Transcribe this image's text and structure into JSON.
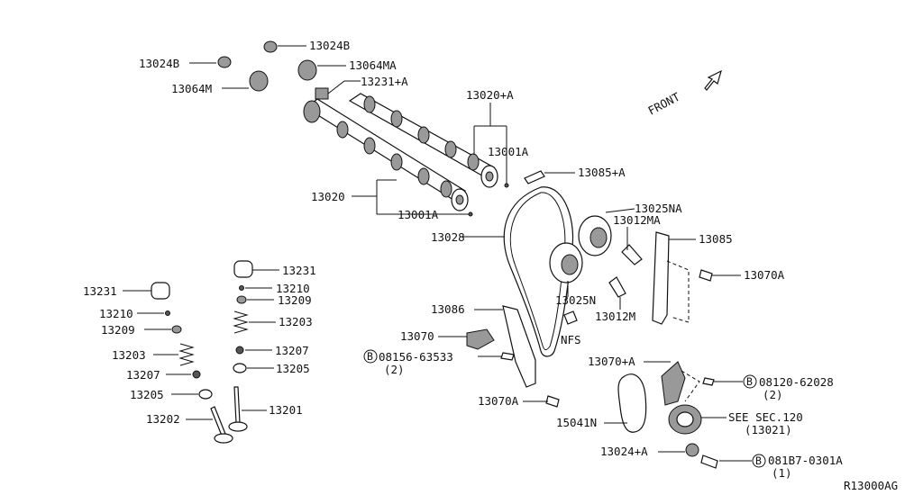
{
  "diagram_code": "R13000AG",
  "front_label": "FRONT",
  "labels": {
    "p13024b_a": "13024B",
    "p13024b_b": "13024B",
    "p13064ma": "13064MA",
    "p13064m": "13064M",
    "p13231a": "13231+A",
    "p13020a": "13020+A",
    "p13001a_top": "13001A",
    "p13085a": "13085+A",
    "p13020": "13020",
    "p13001a_bot": "13001A",
    "p13025na": "13025NA",
    "p13012ma": "13012MA",
    "p13028": "13028",
    "p13085": "13085",
    "p13070a_r": "13070A",
    "p13025n": "13025N",
    "p13012m": "13012M",
    "p13086": "13086",
    "p13070": "13070",
    "nfs": "NFS",
    "bolt1": "08156-63533",
    "bolt1_qty": "(2)",
    "p13070a_b": "13070A",
    "p13070pa": "13070+A",
    "bolt2": "08120-62028",
    "bolt2_qty": "(2)",
    "p15041n": "15041N",
    "see_sec": "SEE SEC.120",
    "see_sec_ref": "(13021)",
    "p13024pa": "13024+A",
    "bolt3": "081B7-0301A",
    "bolt3_qty": "(1)",
    "l13231": "13231",
    "l13210": "13210",
    "l13209": "13209",
    "l13203": "13203",
    "l13207": "13207",
    "l13205": "13205",
    "l13202": "13202",
    "r13231": "13231",
    "r13210": "13210",
    "r13209": "13209",
    "r13203": "13203",
    "r13207": "13207",
    "r13205": "13205",
    "r13201": "13201"
  },
  "bolt_marker": "B"
}
